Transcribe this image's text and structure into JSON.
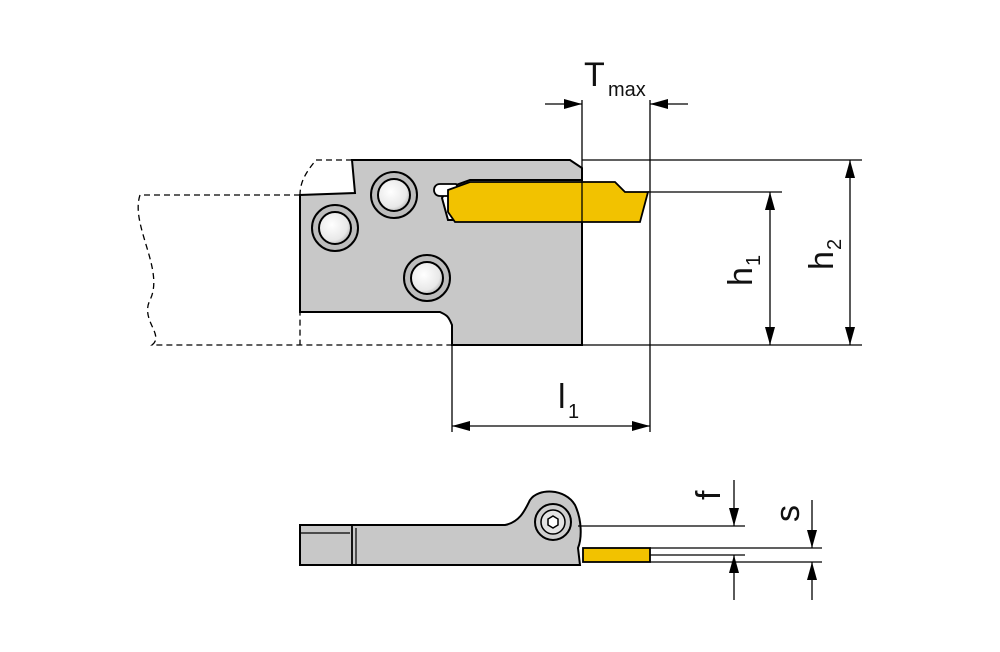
{
  "labels": {
    "t": "T",
    "t_sub": "max",
    "h1": "h",
    "h1_sub": "1",
    "h2": "h",
    "h2_sub": "2",
    "l1": "l",
    "l1_sub": "1",
    "f": "f",
    "s": "s"
  },
  "colors": {
    "body": "#c8c8c8",
    "insert": "#f2c200",
    "line": "#000000"
  }
}
